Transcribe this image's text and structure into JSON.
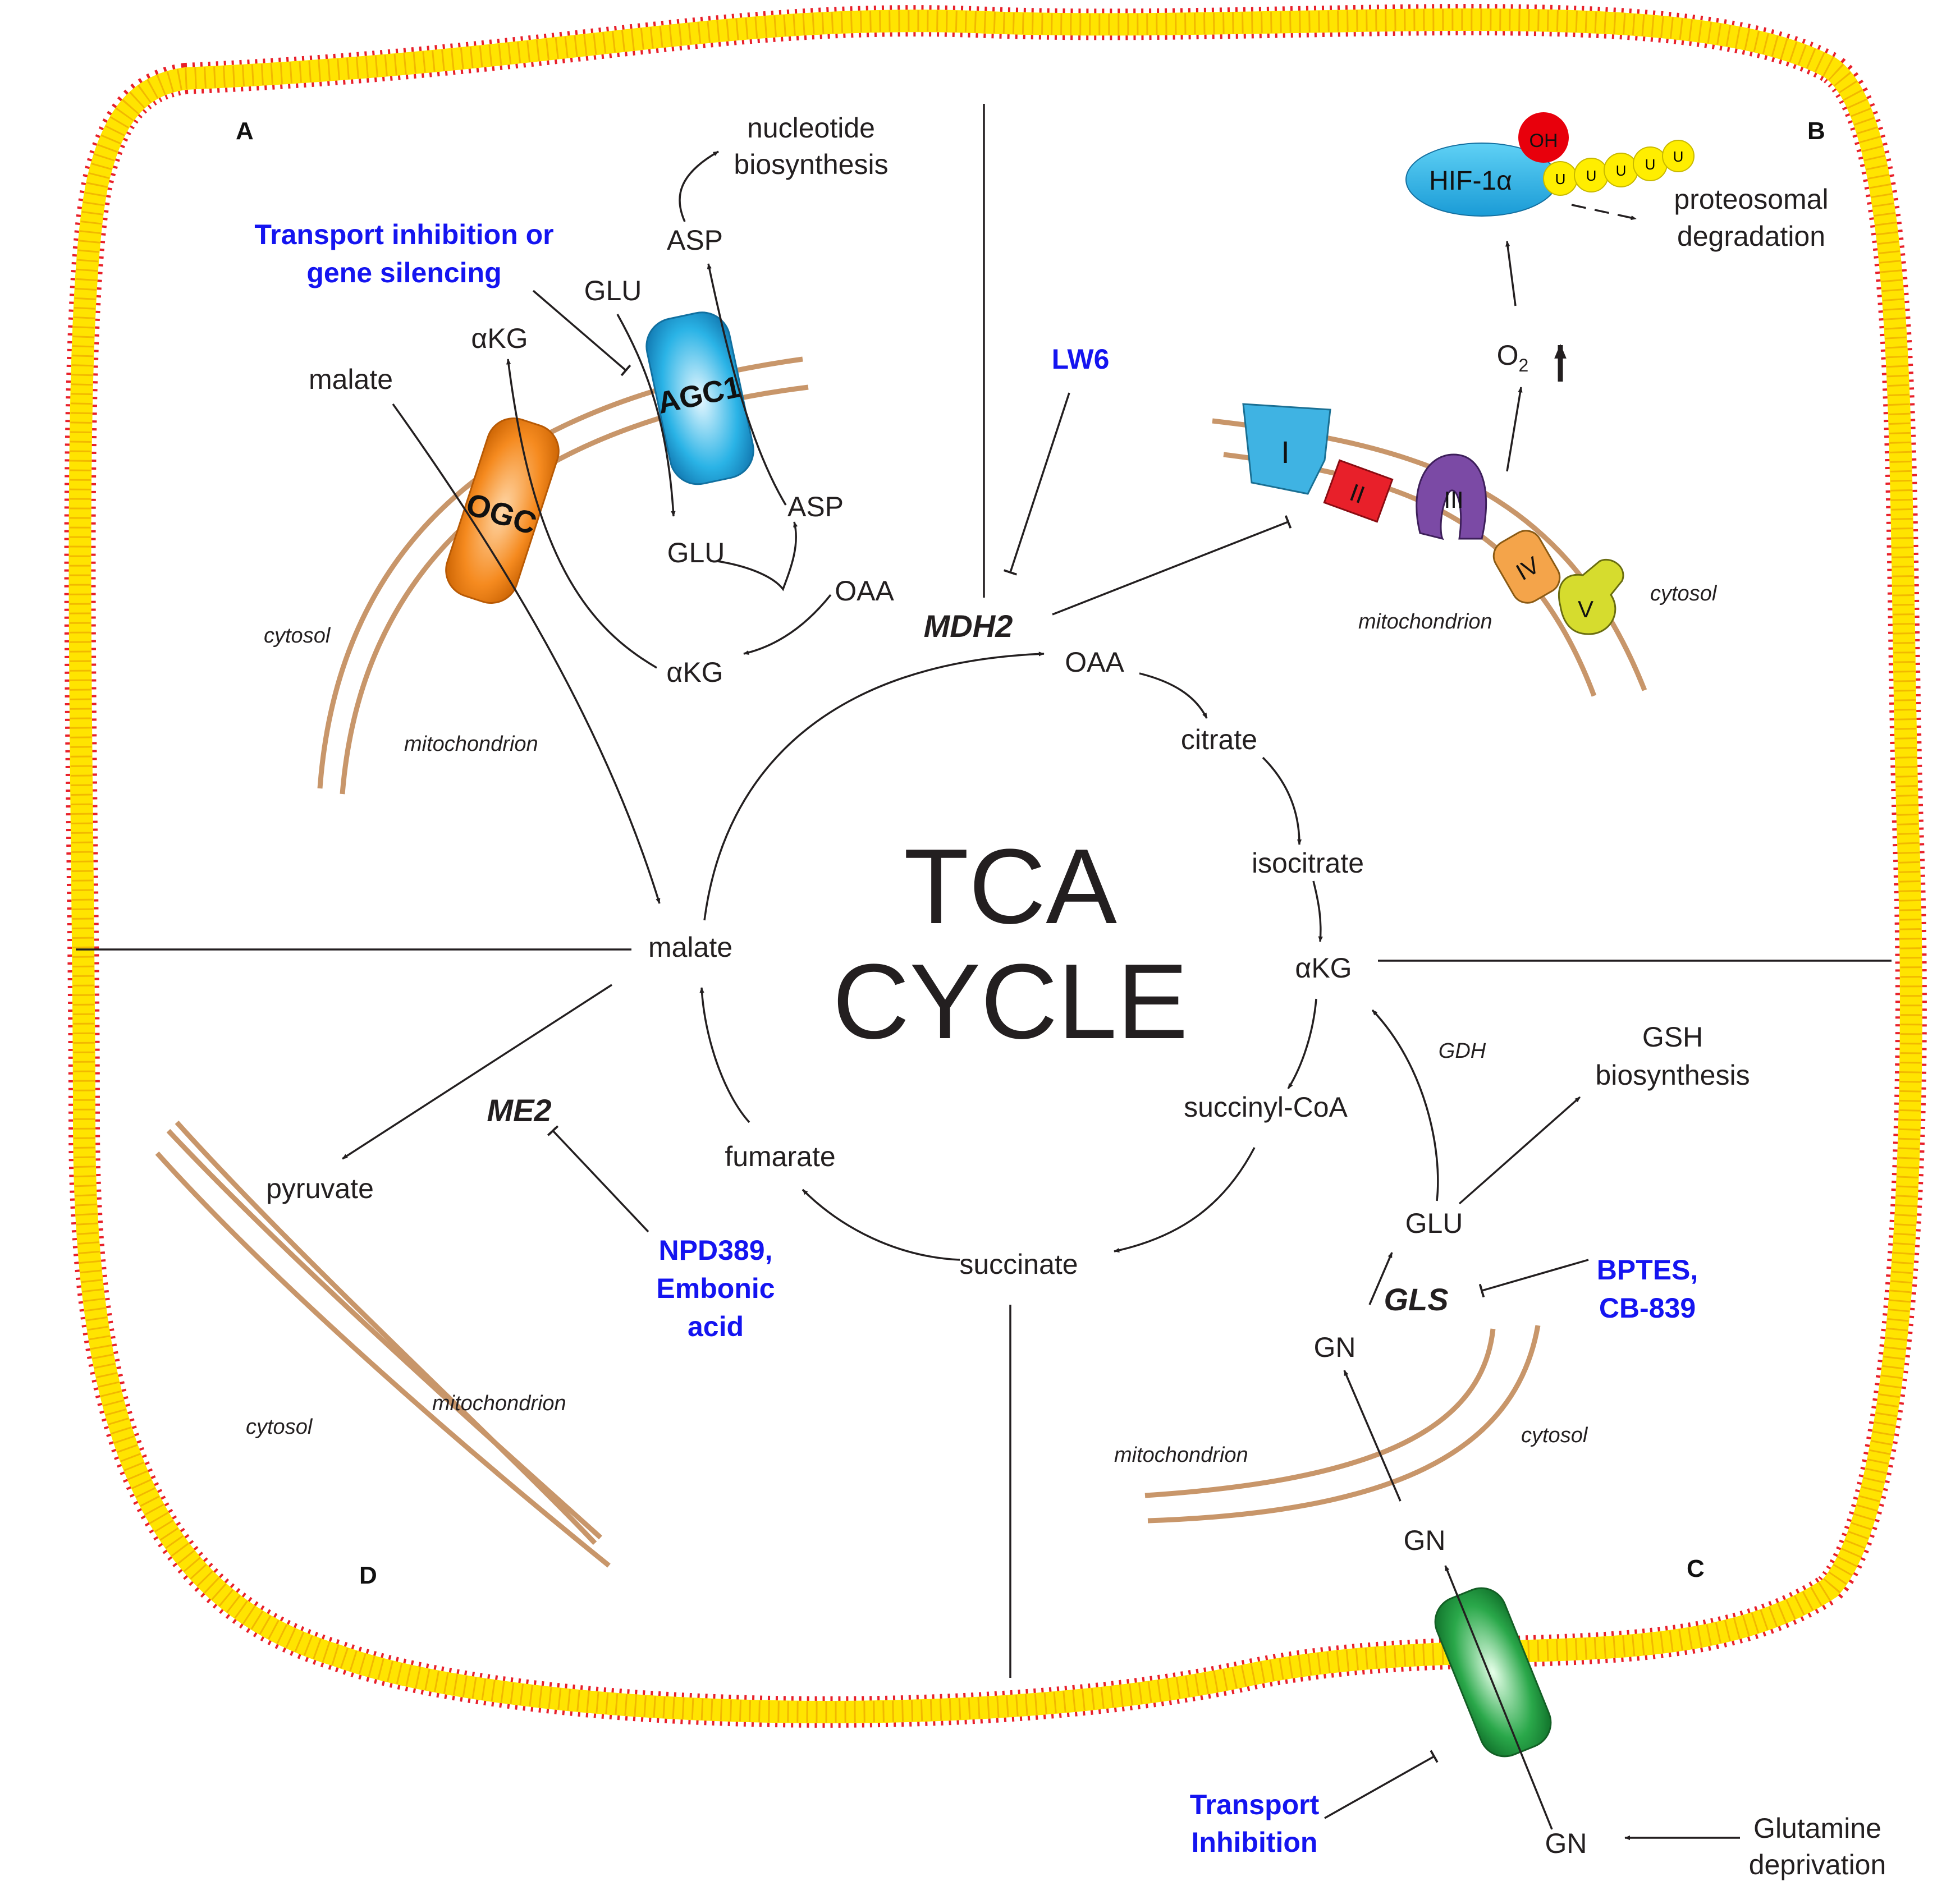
{
  "center": {
    "line1": "TCA",
    "line2": "CYCLE"
  },
  "panels": {
    "a": "A",
    "b": "B",
    "c": "C",
    "d": "D"
  },
  "cycle": {
    "oaa": "OAA",
    "citrate": "citrate",
    "isocitrate": "isocitrate",
    "akg": "αKG",
    "succinyl_coa": "succinyl-CoA",
    "succinate": "succinate",
    "fumarate": "fumarate",
    "malate": "malate",
    "mdh2": "MDH2"
  },
  "panel_a": {
    "nucleotide_1": "nucleotide",
    "nucleotide_2": "biosynthesis",
    "asp_top": "ASP",
    "glu_top": "GLU",
    "akg_top": "αKG",
    "malate_top": "malate",
    "asp_mid": "ASP",
    "glu_mid": "GLU",
    "oaa": "OAA",
    "akg_bottom": "αKG",
    "inhibitor_1": "Transport inhibition or",
    "inhibitor_2": "gene silencing",
    "agc1": "AGC1",
    "ogc": "OGC",
    "cytosol": "cytosol",
    "mitochondrion": "mitochondrion"
  },
  "panel_b": {
    "lw6": "LW6",
    "hif": "HIF-1α",
    "oh": "OH",
    "ub": "U",
    "proteo_1": "proteosomal",
    "proteo_2": "degradation",
    "o2": "O",
    "o2_sub": "2",
    "complex_1": "I",
    "complex_2": "II",
    "complex_3": "III",
    "complex_4": "IV",
    "complex_5": "V",
    "mitochondrion": "mitochondrion",
    "cytosol": "cytosol"
  },
  "panel_c": {
    "gsh_1": "GSH",
    "gsh_2": "biosynthesis",
    "gdh": "GDH",
    "glu": "GLU",
    "gls": "GLS",
    "gn_mito": "GN",
    "gn_cyto": "GN",
    "gn_out": "GN",
    "bptes_1": "BPTES,",
    "bptes_2": "CB-839",
    "transport_1": "Transport",
    "transport_2": "Inhibition",
    "gln_dep_1": "Glutamine",
    "gln_dep_2": "deprivation",
    "mitochondrion": "mitochondrion",
    "cytosol": "cytosol"
  },
  "panel_d": {
    "pyruvate": "pyruvate",
    "me2": "ME2",
    "npd_1": "NPD389,",
    "npd_2": "Embonic",
    "npd_3": "acid",
    "cytosol": "cytosol",
    "mitochondrion": "mitochondrion"
  },
  "colors": {
    "membrane_yellow": "#ffe400",
    "membrane_red": "#e8202a",
    "mito_membrane": "#c8966a",
    "inhibitor_blue": "#1414f0",
    "ogc_orange": "#f58a1f",
    "agc1_blue": "#2ab3e6",
    "transporter_green": "#2aa84a"
  }
}
